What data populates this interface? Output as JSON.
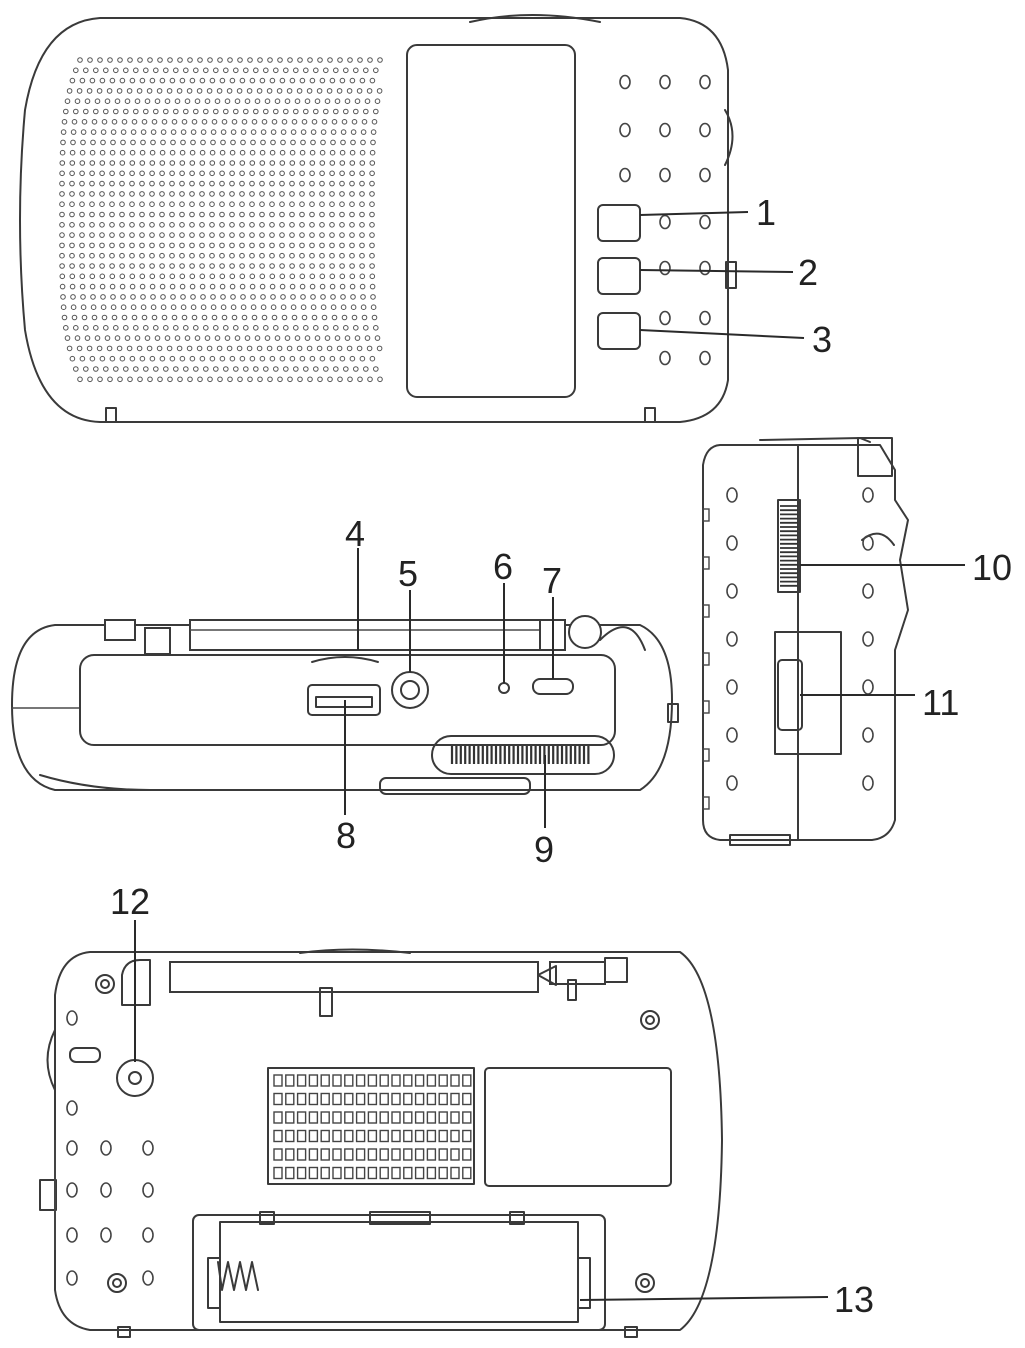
{
  "views": {
    "front": {
      "callouts": [
        "1",
        "2",
        "3"
      ]
    },
    "top_edge": {
      "callouts": [
        "4",
        "5",
        "6",
        "7",
        "8",
        "9"
      ]
    },
    "side": {
      "callouts": [
        "10",
        "11"
      ]
    },
    "back": {
      "callouts": [
        "12",
        "13"
      ]
    }
  },
  "colors": {
    "stroke": "#3a3a3a",
    "background": "#ffffff",
    "text": "#222222"
  }
}
